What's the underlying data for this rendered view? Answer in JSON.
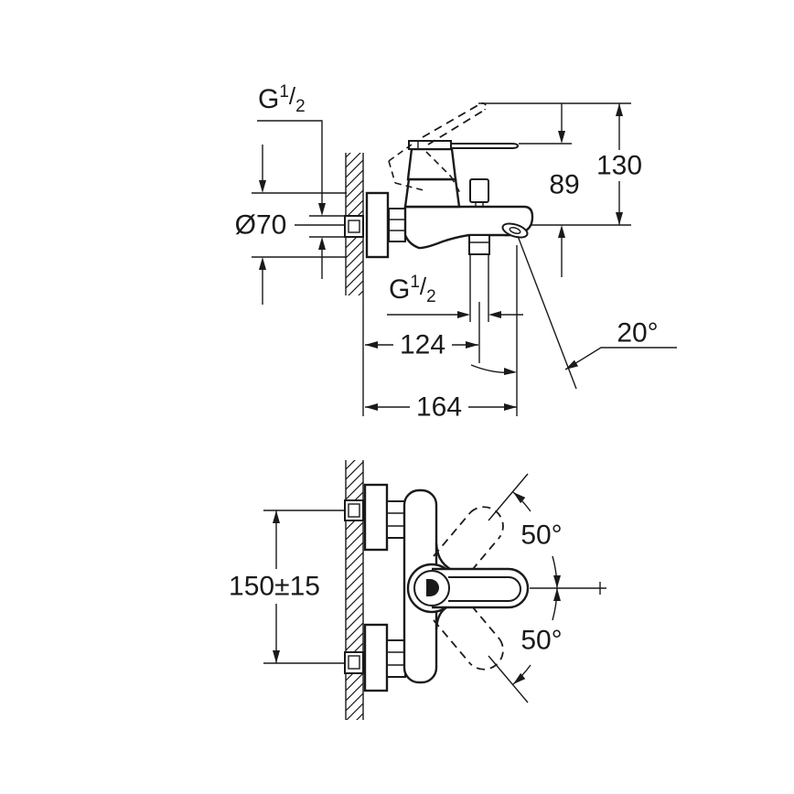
{
  "drawing": {
    "type": "technical-dimension-drawing",
    "subject": "wall-mounted single-lever bath mixer tap",
    "views": [
      "side-view",
      "front-view"
    ],
    "colors": {
      "line": "#1a1a1a",
      "background": "#ffffff"
    }
  },
  "labels": {
    "thread_wall": {
      "label": "G 1/2",
      "base": "G",
      "sup": "1",
      "slash": "/",
      "sub": "2"
    },
    "escutcheon_diameter": "Ø70",
    "spout_height": "89",
    "handle_top_height": "130",
    "thread_shower_outlet": {
      "label": "G 1/2",
      "base": "G",
      "sup": "1",
      "slash": "/",
      "sub": "2"
    },
    "outlet_projection": "124",
    "spout_projection": "164",
    "spout_angle": "20°",
    "connection_centre_distance": "150±15",
    "handle_swing_up": "50°",
    "handle_swing_down": "50°"
  }
}
